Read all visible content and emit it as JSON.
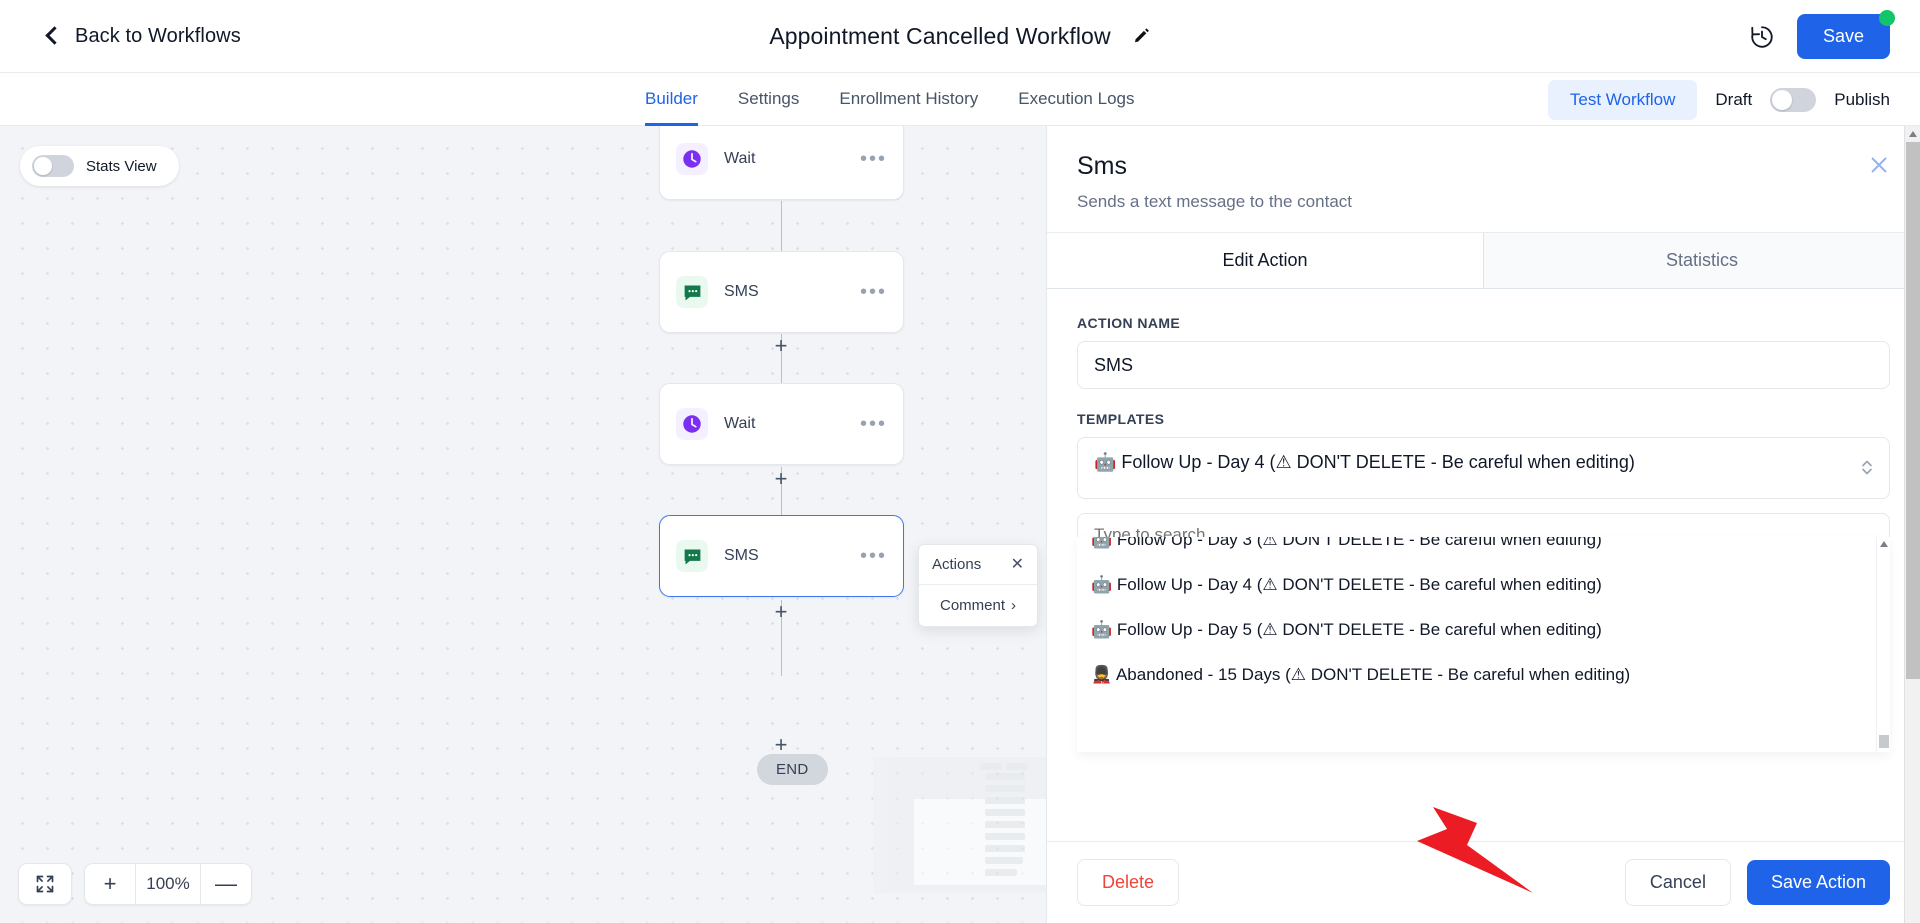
{
  "topbar": {
    "back_label": "Back to Workflows",
    "title": "Appointment Cancelled Workflow",
    "edit_icon": "pencil-icon",
    "history_icon": "history-clock-icon",
    "save_label": "Save",
    "save_dot_color": "#14c46a",
    "accent_color": "#1f63e8"
  },
  "tabbar": {
    "tabs": [
      {
        "label": "Builder",
        "active": true
      },
      {
        "label": "Settings",
        "active": false
      },
      {
        "label": "Enrollment History",
        "active": false
      },
      {
        "label": "Execution Logs",
        "active": false
      }
    ],
    "test_workflow_label": "Test Workflow",
    "draft_label": "Draft",
    "publish_label": "Publish",
    "toggle_state": "draft"
  },
  "canvas": {
    "stats_view_label": "Stats View",
    "stats_view_state": "off",
    "nodes": [
      {
        "label": "Wait",
        "type": "wait",
        "icon": "clock-icon",
        "selected": false
      },
      {
        "label": "SMS",
        "type": "sms",
        "icon": "message-bubble-icon",
        "selected": false
      },
      {
        "label": "Wait",
        "type": "wait",
        "icon": "clock-icon",
        "selected": false
      },
      {
        "label": "SMS",
        "type": "sms",
        "icon": "message-bubble-icon",
        "selected": true
      }
    ],
    "add_symbol": "+",
    "end_label": "END",
    "actions_popup": {
      "title": "Actions",
      "close_icon": "close-icon",
      "items": [
        {
          "label": "Comment",
          "chevron": "›"
        }
      ]
    },
    "zoom": {
      "fit_icon": "fit-screen-icon",
      "zoom_in": "+",
      "level": "100%",
      "zoom_out": "—"
    }
  },
  "panel": {
    "title": "Sms",
    "subtitle": "Sends a text message to the contact",
    "close_icon": "close-icon",
    "tabs": [
      {
        "label": "Edit Action",
        "active": true
      },
      {
        "label": "Statistics",
        "active": false
      }
    ],
    "action_name_label": "ACTION NAME",
    "action_name_value": "SMS",
    "templates_label": "TEMPLATES",
    "selected_template": "🤖 Follow Up - Day 4 (⚠ DON'T DELETE - Be careful when editing)",
    "search_placeholder": "Type to search",
    "search_value": "",
    "dropdown_options": [
      "🤖 Follow Up - Day 3 (⚠ DON'T DELETE - Be careful when editing)",
      "🤖 Follow Up - Day 4 (⚠ DON'T DELETE - Be careful when editing)",
      "🤖 Follow Up - Day 5 (⚠ DON'T DELETE - Be careful when editing)",
      "💂 Abandoned - 15 Days (⚠ DON'T DELETE - Be careful when editing)"
    ],
    "footer": {
      "delete_label": "Delete",
      "cancel_label": "Cancel",
      "save_action_label": "Save Action",
      "delete_color": "#f04438"
    }
  }
}
